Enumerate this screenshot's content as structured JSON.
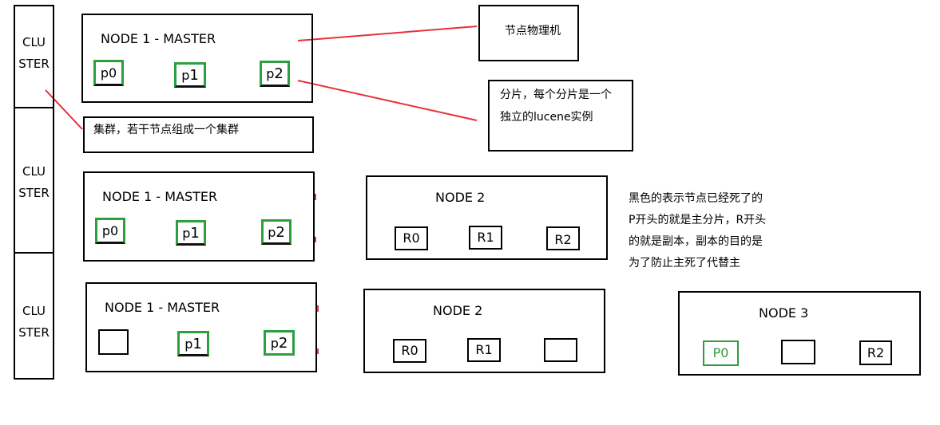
{
  "cluster_labels": [
    "CLU",
    "STER"
  ],
  "node1_title": "NODE 1 - MASTER",
  "node2_title": "NODE 2",
  "node3_title": "NODE 3",
  "shards": {
    "p0": "p0",
    "p1": "p",
    "p1_sub": "1",
    "p2": "p",
    "p2_sub": "2",
    "P0": "P0",
    "R0": "R0",
    "R1": "R1",
    "R2": "R2"
  },
  "annotations": {
    "physical_machine": "节点物理机",
    "shard_line1": "分片，每个分片是一个",
    "shard_line2": "独立的lucene实例",
    "cluster_desc": "集群，若干节点组成一个集群",
    "legend_line1": "黑色的表示节点已经死了的",
    "legend_line2": "P开头的就是主分片，R开头",
    "legend_line3": "的就是副本，副本的目的是",
    "legend_line4": "为了防止主死了代替主"
  },
  "colors": {
    "primary_green": "#2d9f3f",
    "arrow_red": "#e8303a",
    "outline": "#000000"
  }
}
